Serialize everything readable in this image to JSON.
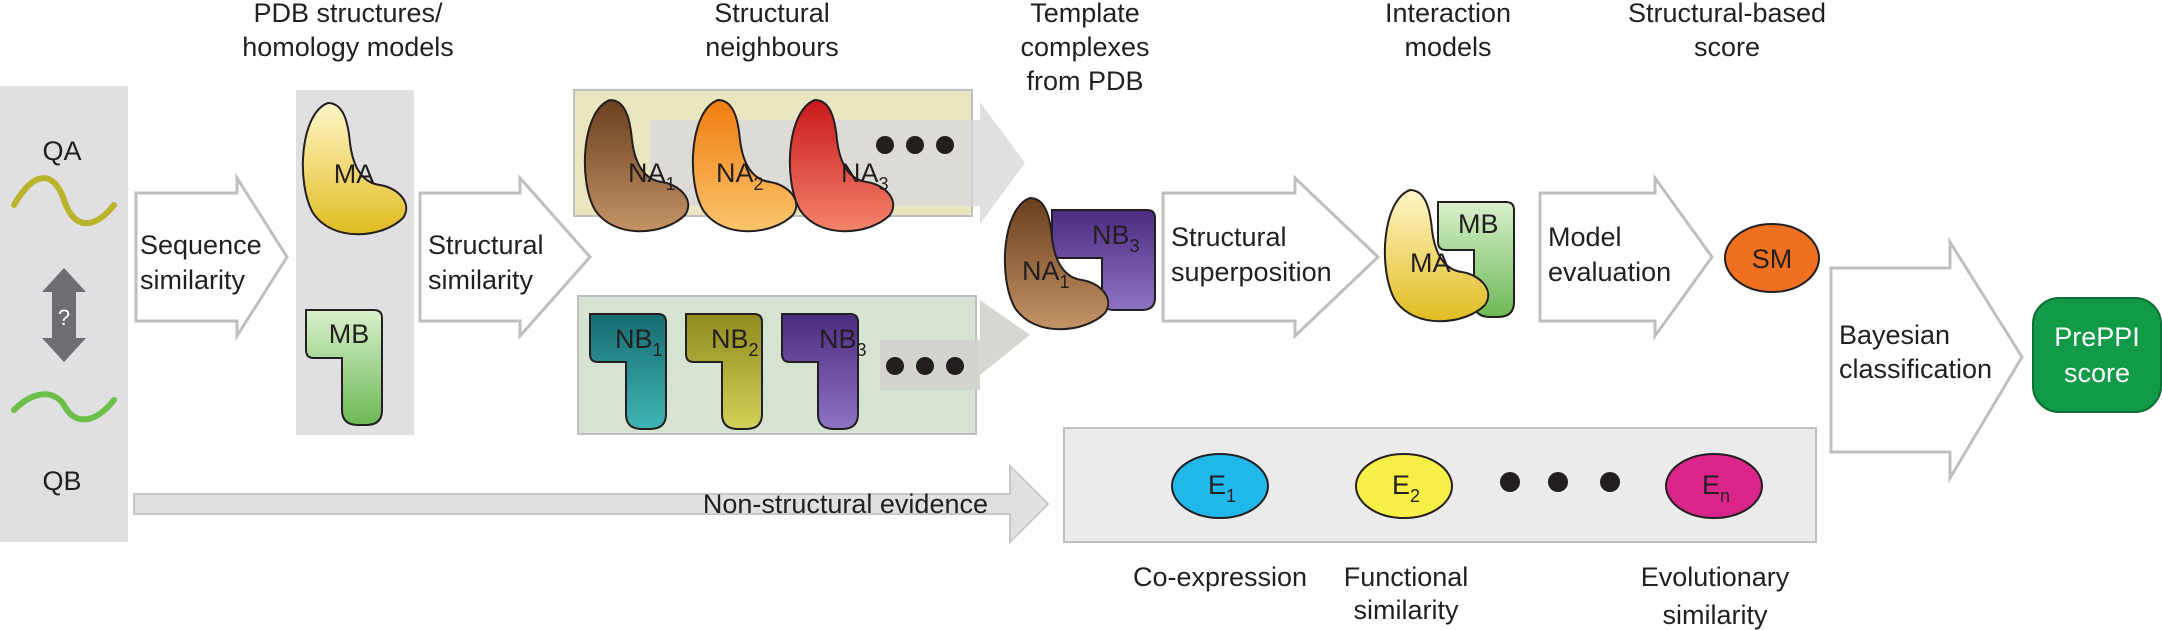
{
  "headers": {
    "pdb_line1": "PDB structures/",
    "pdb_line2": "homology models",
    "neigh_line1": "Structural",
    "neigh_line2": "neighbours",
    "templ_line1": "Template",
    "templ_line2": "complexes",
    "templ_line3": "from PDB",
    "inter_line1": "Interaction",
    "inter_line2": "models",
    "score_line1": "Structural-based",
    "score_line2": "score"
  },
  "query": {
    "qa": "QA",
    "qb": "QB",
    "question": "?"
  },
  "arrows": {
    "seq_line1": "Sequence",
    "seq_line2": "similarity",
    "struct_line1": "Structural",
    "struct_line2": "similarity",
    "superpos_line1": "Structural",
    "superpos_line2": "superposition",
    "model_line1": "Model",
    "model_line2": "evaluation",
    "bayes_line1": "Bayesian",
    "bayes_line2": "classification",
    "nonstruct": "Non-structural evidence"
  },
  "proteins": {
    "ma": "MA",
    "mb": "MB",
    "na": "NA",
    "nb": "NB",
    "sub1": "1",
    "sub2": "2",
    "sub3": "3",
    "subn": "n",
    "sm": "SM",
    "e": "E"
  },
  "result": {
    "line1": "PrePPI",
    "line2": "score"
  },
  "evidence": {
    "coexp": "Co-expression",
    "func_line1": "Functional",
    "func_line2": "similarity",
    "evo_line1": "Evolutionary",
    "evo_line2": "similarity"
  },
  "colors": {
    "panel_gray": "#e0e0e2",
    "neigh_a_bg": "#e8e7c0",
    "neigh_b_bg": "#d6e3d2",
    "seq_a": "#b9b42b",
    "seq_b": "#6cc04a",
    "ma": "#e6c531",
    "mb": "#86c870",
    "na1": "#8a5a32",
    "na2": "#f39a1d",
    "na3": "#e42e23",
    "nb1": "#1f8d91",
    "nb2": "#a5a22a",
    "nb3": "#5e3d93",
    "sm": "#f07021",
    "e1": "#20b7e9",
    "e2": "#f6ef46",
    "en": "#d9258a",
    "preppi": "#119a48"
  }
}
